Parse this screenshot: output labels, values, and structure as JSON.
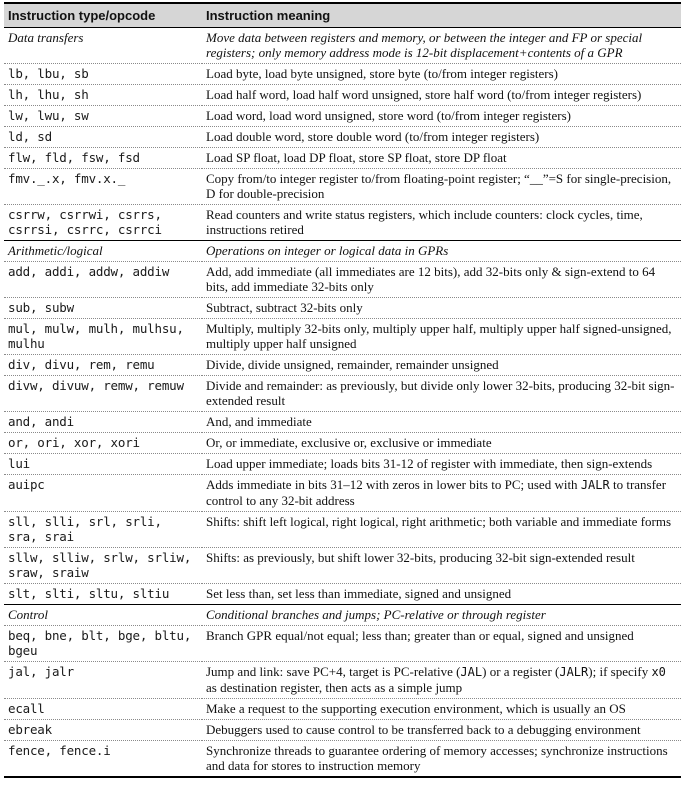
{
  "header": {
    "col1": "Instruction type/opcode",
    "col2": "Instruction meaning"
  },
  "sections": {
    "data_transfers": {
      "title": "Data transfers",
      "desc": "Move data between registers and memory, or between the integer and FP or special registers; only memory address mode is 12-bit displacement+contents of a GPR",
      "rows": [
        {
          "op": "lb, lbu, sb",
          "meaning": "Load byte, load byte unsigned, store byte (to/from integer registers)"
        },
        {
          "op": "lh, lhu, sh",
          "meaning": "Load half word, load half word unsigned, store half word (to/from integer registers)"
        },
        {
          "op": "lw, lwu, sw",
          "meaning": "Load word, load word unsigned, store word (to/from integer registers)"
        },
        {
          "op": "ld, sd",
          "meaning": "Load double word, store double word (to/from integer registers)"
        },
        {
          "op": "flw, fld, fsw, fsd",
          "meaning": "Load SP float, load DP float, store SP float, store DP float"
        },
        {
          "op": "fmv._.x, fmv.x._",
          "meaning": "Copy from/to integer register to/from floating-point register; “__”=S for single-precision, D for double-precision"
        },
        {
          "op": "csrrw, csrrwi, csrrs, csrrsi, csrrc, csrrci",
          "meaning": "Read counters and write status registers, which include counters: clock cycles, time, instructions retired"
        }
      ]
    },
    "arith": {
      "title": "Arithmetic/logical",
      "desc": "Operations on integer or logical data in GPRs",
      "rows": [
        {
          "op": "add, addi, addw, addiw",
          "meaning": "Add, add immediate (all immediates are 12 bits), add 32-bits only & sign-extend to 64 bits, add immediate 32-bits only"
        },
        {
          "op": "sub, subw",
          "meaning": "Subtract, subtract 32-bits only"
        },
        {
          "op": "mul, mulw, mulh, mulhsu, mulhu",
          "meaning": "Multiply, multiply 32-bits only, multiply upper half, multiply upper half signed-unsigned, multiply upper half unsigned"
        },
        {
          "op": "div, divu, rem, remu",
          "meaning": "Divide, divide unsigned, remainder, remainder unsigned"
        },
        {
          "op": "divw, divuw, remw, remuw",
          "meaning": "Divide and remainder: as previously, but divide only lower 32-bits, producing 32-bit sign-extended result"
        },
        {
          "op": "and, andi",
          "meaning": "And, and immediate"
        },
        {
          "op": "or, ori, xor, xori",
          "meaning": "Or, or immediate, exclusive or, exclusive or immediate"
        },
        {
          "op": "lui",
          "meaning": "Load upper immediate; loads bits 31-12 of register with immediate, then sign-extends"
        },
        {
          "op": "auipc",
          "meaning_pre": "Adds immediate in bits 31–12 with zeros in lower bits to PC; used with ",
          "meaning_code": "JALR",
          "meaning_post": " to transfer control to any 32-bit address"
        },
        {
          "op": "sll, slli, srl, srli, sra, srai",
          "meaning": "Shifts: shift left logical, right logical, right arithmetic; both variable and immediate forms"
        },
        {
          "op": "sllw, slliw, srlw, srliw, sraw, sraiw",
          "meaning": "Shifts: as previously, but shift lower 32-bits, producing 32-bit sign-extended result"
        },
        {
          "op": "slt, slti, sltu, sltiu",
          "meaning": "Set less than, set less than immediate, signed and unsigned"
        }
      ]
    },
    "control": {
      "title": "Control",
      "desc": "Conditional branches and jumps; PC-relative or through register",
      "rows": [
        {
          "op": "beq, bne, blt, bge, bltu, bgeu",
          "meaning": "Branch GPR equal/not equal; less than; greater than or equal, signed and unsigned"
        },
        {
          "op": "jal, jalr",
          "m1": "Jump and link: save PC+4, target is PC-relative (",
          "c1": "JAL",
          "m2": ") or a register (",
          "c2": "JALR",
          "m3": "); if specify ",
          "c3": "x0",
          "m4": " as destination register, then acts as a simple jump"
        },
        {
          "op": "ecall",
          "meaning": "Make a request to the supporting execution environment, which is usually an OS"
        },
        {
          "op": "ebreak",
          "meaning": "Debuggers used to cause control to be transferred back to a debugging environment"
        },
        {
          "op": "fence, fence.i",
          "meaning": "Synchronize threads to guarantee ordering of memory accesses; synchronize instructions and data for stores to instruction memory"
        }
      ]
    }
  }
}
